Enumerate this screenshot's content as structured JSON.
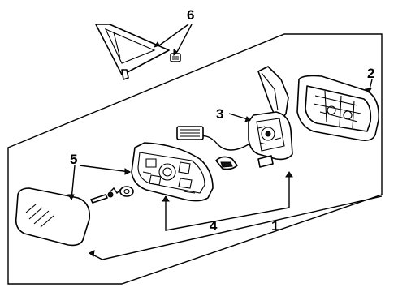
{
  "callouts": {
    "c1": "1",
    "c2": "2",
    "c3": "3",
    "c4": "4",
    "c5": "5",
    "c6": "6"
  },
  "parts": [
    "mirror-glass",
    "mirror-holder",
    "actuator-motor",
    "mirror-housing",
    "corner-cover",
    "wire-harness"
  ]
}
